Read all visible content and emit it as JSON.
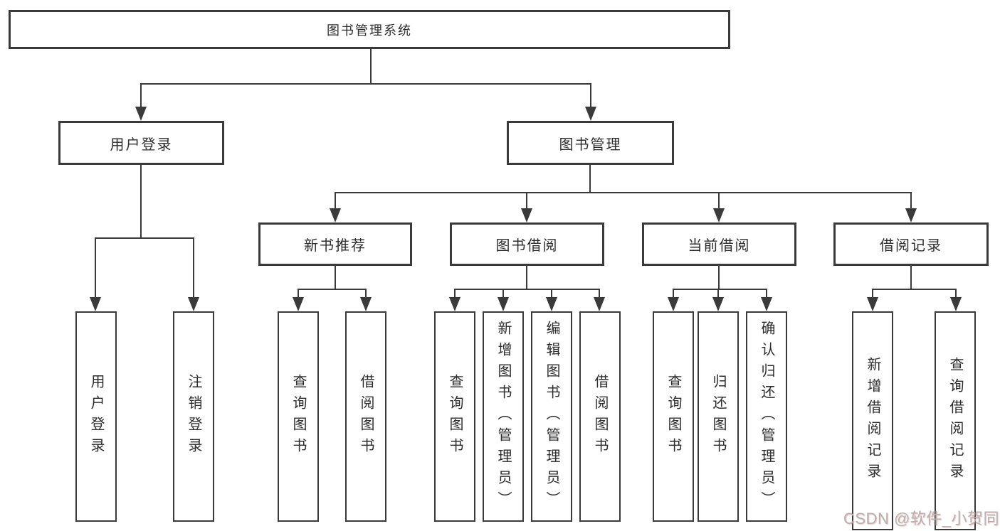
{
  "root": {
    "label": "图书管理系统"
  },
  "level2": [
    {
      "label": "用户登录"
    },
    {
      "label": "图书管理"
    }
  ],
  "level3": [
    {
      "label": "新书推荐"
    },
    {
      "label": "图书借阅"
    },
    {
      "label": "当前借阅"
    },
    {
      "label": "借阅记录"
    }
  ],
  "leaves": [
    {
      "label": "用户登录"
    },
    {
      "label": "注销登录"
    },
    {
      "label": "查询图书"
    },
    {
      "label": "借阅图书"
    },
    {
      "label": "查询图书"
    },
    {
      "label": "新增图书（管理员）"
    },
    {
      "label": "编辑图书（管理员）"
    },
    {
      "label": "借阅图书"
    },
    {
      "label": "查询图书"
    },
    {
      "label": "归还图书"
    },
    {
      "label": "确认归还（管理员）"
    },
    {
      "label": "新增借阅记录"
    },
    {
      "label": "查询借阅记录"
    }
  ],
  "watermark": {
    "text": "CSDN @软件_小贺同学"
  },
  "colors": {
    "line": "#3a3a3a",
    "text": "#2d2d2d",
    "background": "#ffffff",
    "watermark": "#b3b3b3",
    "watermark_shadow": "#e87a6e"
  }
}
